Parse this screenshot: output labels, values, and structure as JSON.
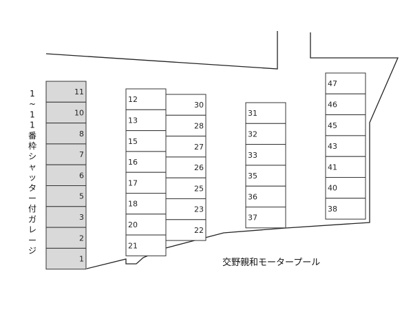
{
  "map": {
    "lot_name": "交野親和モータープール",
    "garage_label": [
      "1",
      "~",
      "1",
      "1",
      "番",
      "枠",
      "シ",
      "ャ",
      "ッ",
      "タ",
      "ー",
      "付",
      "ガ",
      "レ",
      "ー",
      "ジ"
    ],
    "colors": {
      "garage_fill": "#d9d9d9",
      "line": "#333333",
      "background": "#ffffff"
    },
    "garage_spaces": [
      "11",
      "10",
      "8",
      "7",
      "6",
      "5",
      "3",
      "2",
      "1"
    ],
    "column_a": [
      "12",
      "13",
      "15",
      "16",
      "17",
      "18",
      "20",
      "21"
    ],
    "column_b": [
      "30",
      "28",
      "27",
      "26",
      "25",
      "23",
      "22"
    ],
    "column_c": [
      "31",
      "32",
      "33",
      "35",
      "36",
      "37"
    ],
    "column_d": [
      "47",
      "46",
      "45",
      "43",
      "41",
      "40",
      "38"
    ]
  }
}
